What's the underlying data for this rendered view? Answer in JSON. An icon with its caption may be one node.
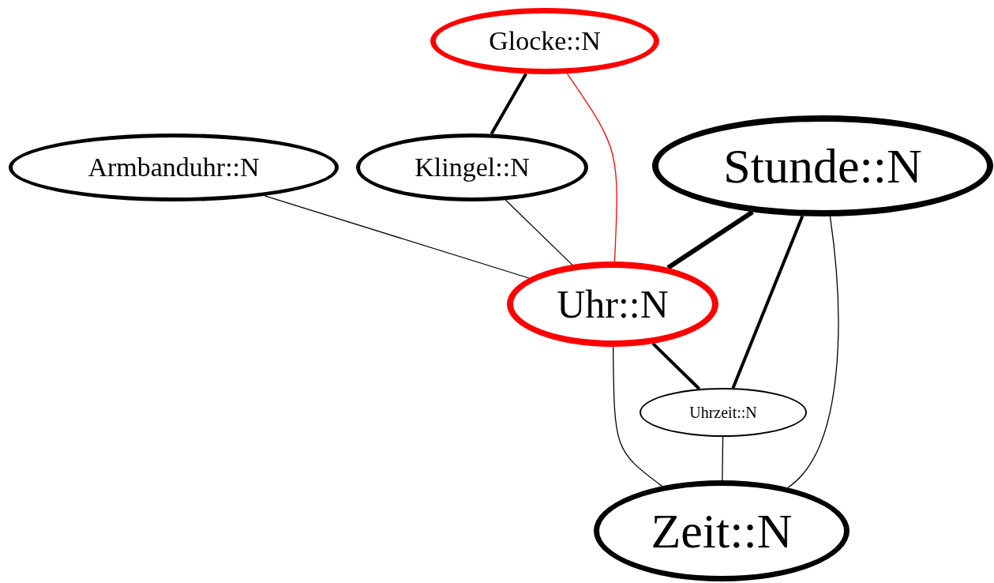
{
  "diagram": {
    "nodes": [
      {
        "text": [
          "Glocke::N"
        ]
      },
      {
        "text": [
          "Armbanduhr::N"
        ]
      },
      {
        "text": [
          "Klingel::N"
        ]
      },
      {
        "text": [
          "Stunde::N"
        ]
      },
      {
        "text": [
          "Uhr::N"
        ]
      },
      {
        "text": [
          "Uhrzeit::N"
        ]
      },
      {
        "text": [
          "Zeit::N"
        ]
      }
    ],
    "edges": [
      {
        "from": 0,
        "to": 2,
        "arrow": "none",
        "style": "thick"
      },
      {
        "from": 0,
        "to": 4,
        "arrow": "none",
        "color": "#ff0000"
      },
      {
        "from": 1,
        "to": 4,
        "arrow": "none"
      },
      {
        "from": 2,
        "to": 4,
        "arrow": "none"
      },
      {
        "from": 3,
        "to": 4,
        "arrow": "none",
        "style": "thick"
      },
      {
        "from": 3,
        "to": 5,
        "arrow": "none",
        "style": "thick"
      },
      {
        "from": 3,
        "to": 6,
        "arrow": "none"
      },
      {
        "from": 4,
        "to": 5,
        "arrow": "none",
        "style": "thick"
      },
      {
        "from": 4,
        "to": 6,
        "arrow": "none"
      },
      {
        "from": 5,
        "to": 6,
        "arrow": "none"
      }
    ]
  }
}
